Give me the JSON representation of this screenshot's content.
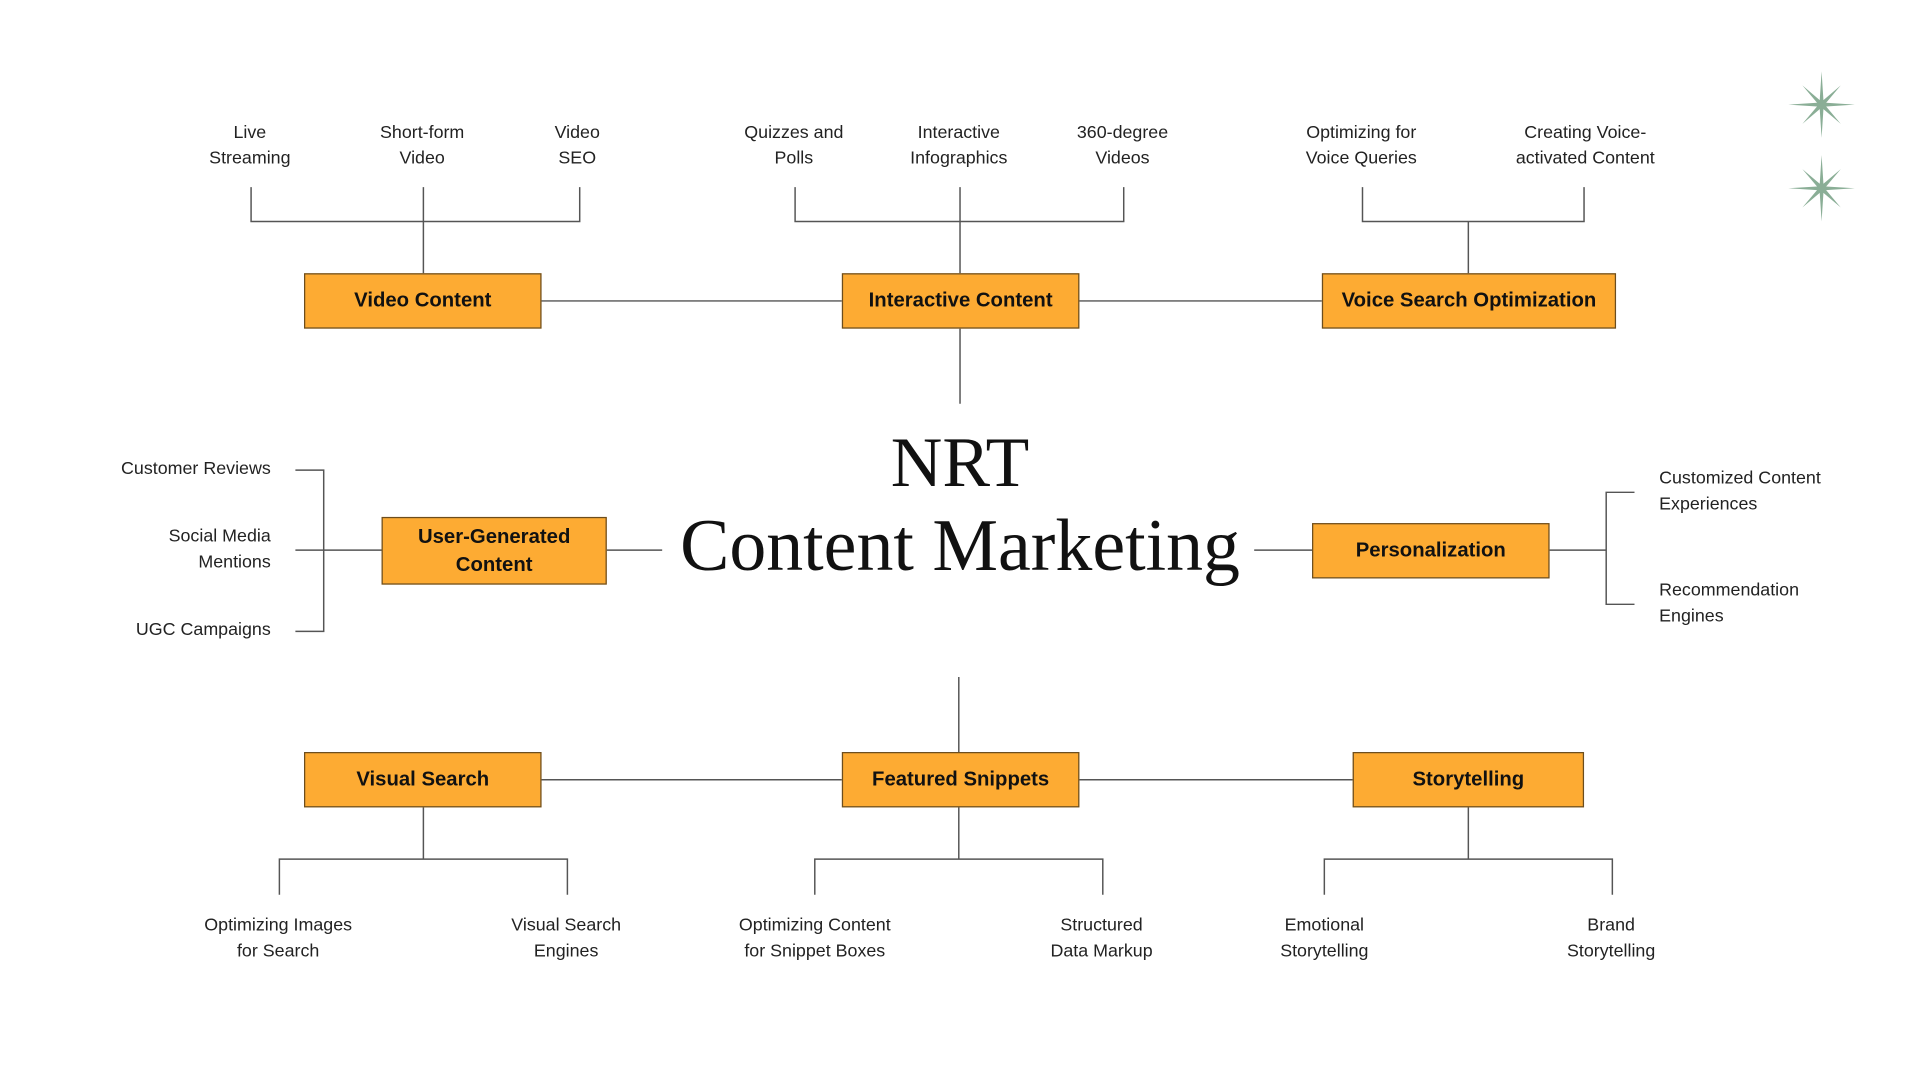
{
  "title": {
    "line1": "NRT",
    "line2": "Content Marketing"
  },
  "colors": {
    "box_fill": "#FDAB33",
    "star": "#8AAE96",
    "line": "#555555"
  },
  "nodes": {
    "video_content": {
      "label": "Video Content",
      "children": [
        [
          "Live",
          "Streaming"
        ],
        [
          "Short-form",
          "Video"
        ],
        [
          "Video",
          "SEO"
        ]
      ]
    },
    "interactive_content": {
      "label": "Interactive Content",
      "children": [
        [
          "Quizzes and",
          "Polls"
        ],
        [
          "Interactive",
          "Infographics"
        ],
        [
          "360-degree",
          "Videos"
        ]
      ]
    },
    "voice_search": {
      "label": "Voice Search Optimization",
      "children": [
        [
          "Optimizing for",
          "Voice Queries"
        ],
        [
          "Creating Voice-",
          "activated Content"
        ]
      ]
    },
    "ugc": {
      "label": "User-Generated Content",
      "children": [
        [
          "Customer Reviews"
        ],
        [
          "Social Media",
          "Mentions"
        ],
        [
          "UGC Campaigns"
        ]
      ]
    },
    "personalization": {
      "label": "Personalization",
      "children": [
        [
          "Customized Content",
          "Experiences"
        ],
        [
          "Recommendation",
          "Engines"
        ]
      ]
    },
    "visual_search": {
      "label": "Visual Search",
      "children": [
        [
          "Optimizing Images",
          "for Search"
        ],
        [
          "Visual Search",
          "Engines"
        ]
      ]
    },
    "featured_snippets": {
      "label": "Featured Snippets",
      "children": [
        [
          "Optimizing Content",
          "for Snippet Boxes"
        ],
        [
          "Structured",
          "Data Markup"
        ]
      ]
    },
    "storytelling": {
      "label": "Storytelling",
      "children": [
        [
          "Emotional",
          "Storytelling"
        ],
        [
          "Brand",
          "Storytelling"
        ]
      ]
    }
  }
}
